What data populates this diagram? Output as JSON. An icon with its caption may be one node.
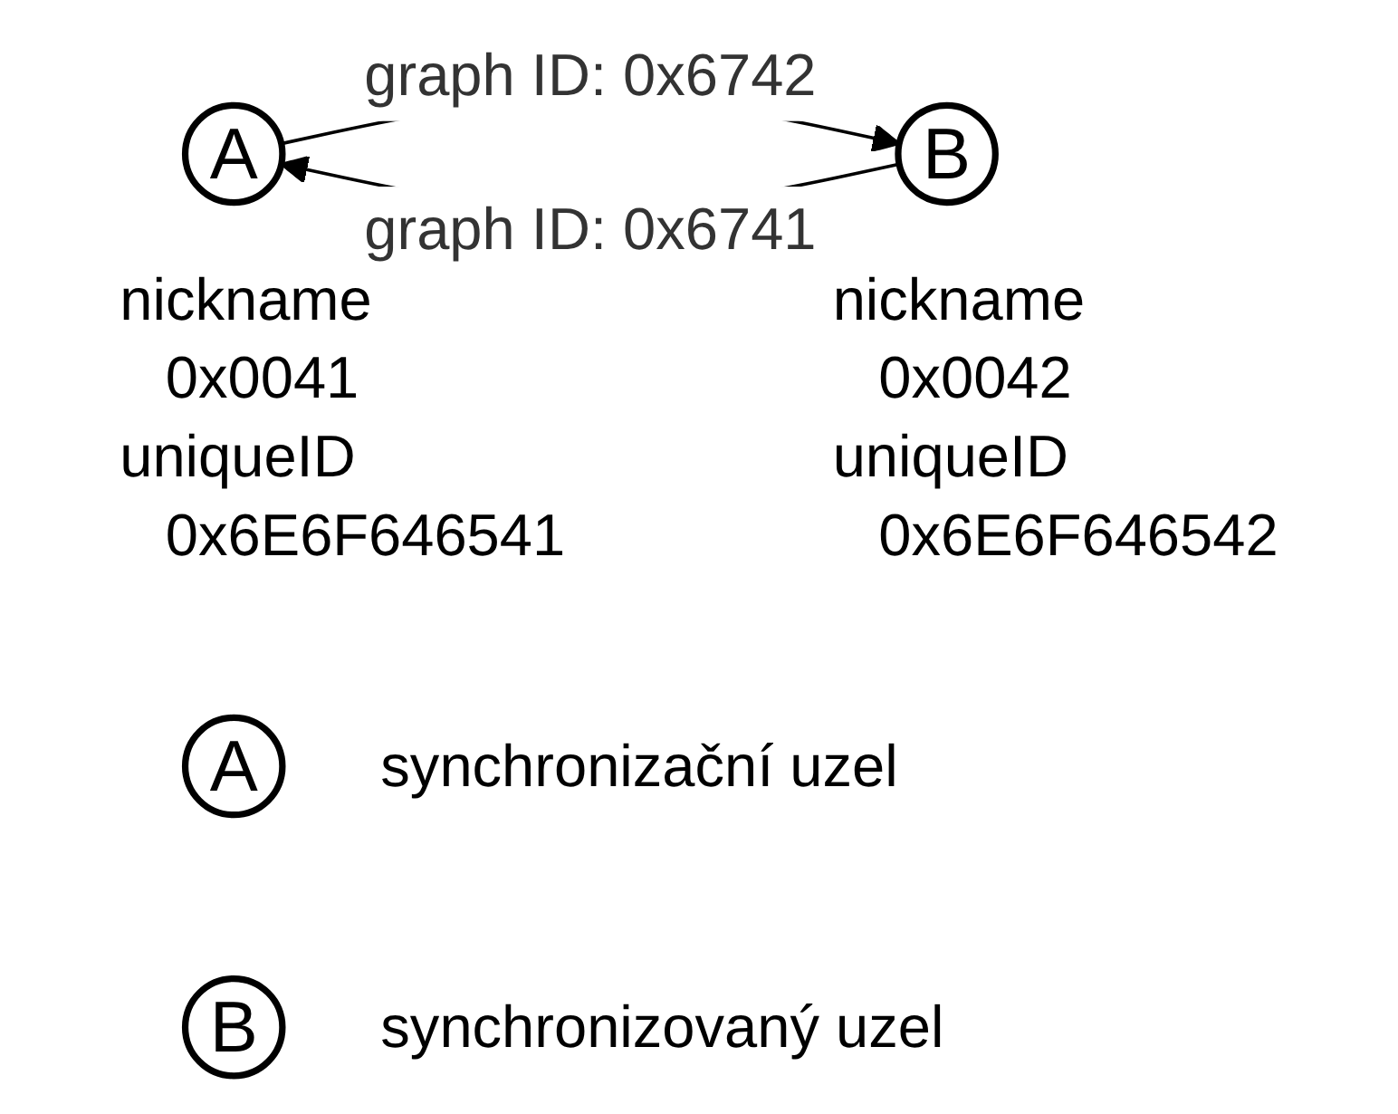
{
  "diagram": {
    "nodes": [
      {
        "text": [
          "A"
        ],
        "beside": [
          "nickname",
          "0x0041",
          "uniqueID",
          "0x6E6F646541"
        ]
      },
      {
        "text": [
          "B"
        ],
        "beside": [
          "nickname",
          "0x0042",
          "uniqueID",
          "0x6E6F646542"
        ]
      },
      {
        "text": [
          "A"
        ],
        "beside": [
          "synchronizační uzel"
        ]
      },
      {
        "text": [
          "B"
        ],
        "beside": [
          "synchronizovaný uzel"
        ]
      }
    ],
    "edges": [
      {
        "from": 0,
        "to": 1,
        "arrow": "to",
        "label": "graph ID: 0x6742"
      },
      {
        "from": 1,
        "to": 0,
        "arrow": "to",
        "label": "graph ID: 0x6741"
      }
    ]
  }
}
